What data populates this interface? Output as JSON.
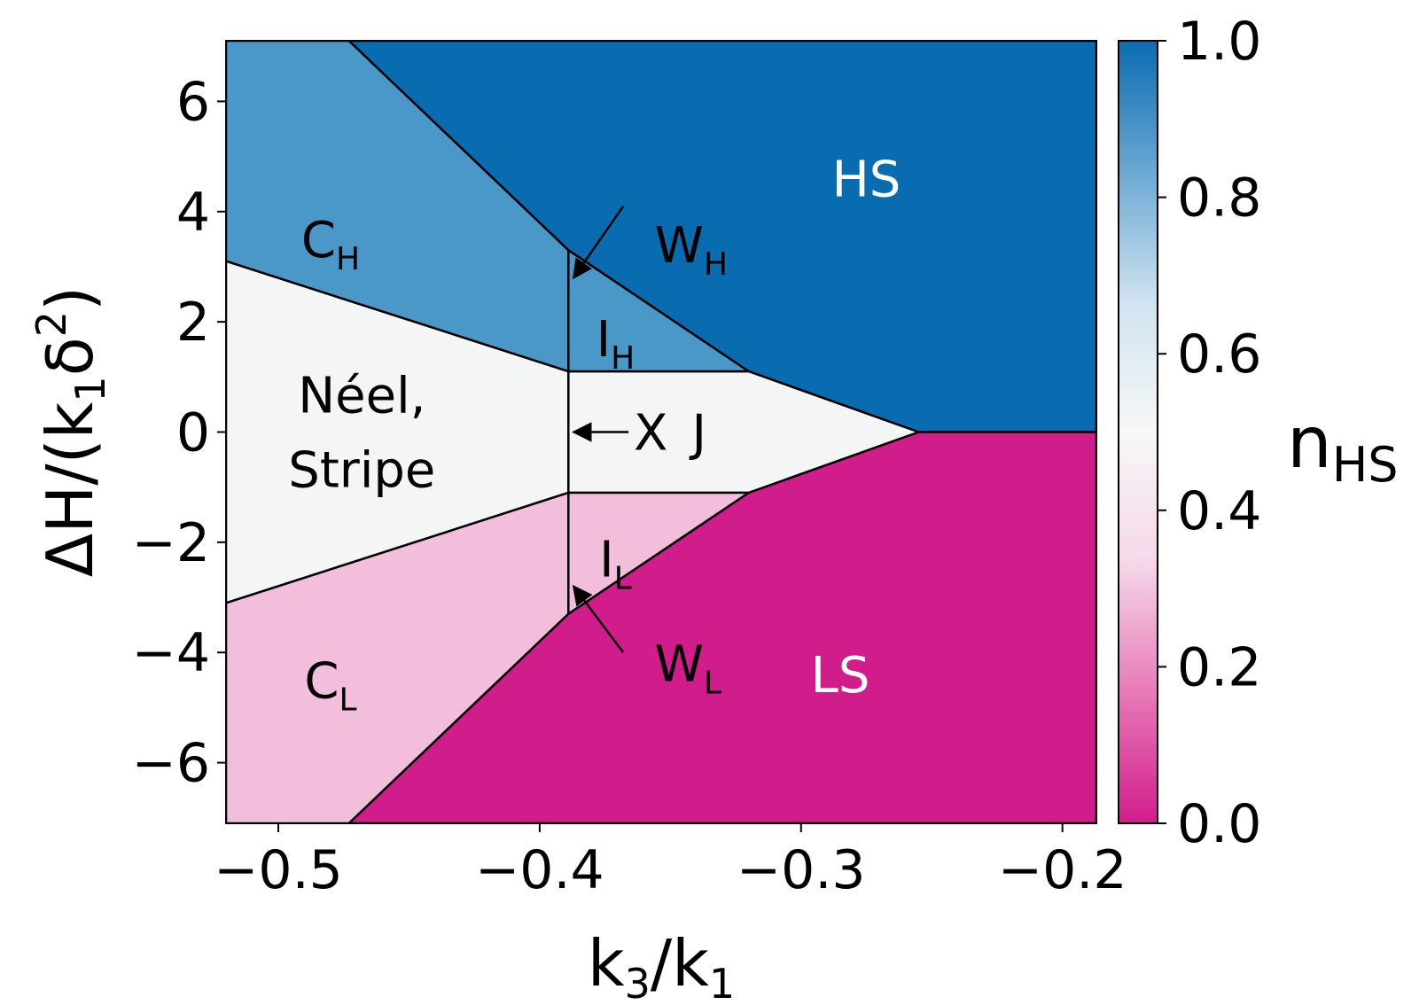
{
  "chart_data": {
    "type": "heatmap",
    "title": "",
    "xlabel": {
      "main": "k",
      "sub1": "3",
      "mid": "/k",
      "sub2": "1"
    },
    "ylabel": {
      "pre": "ΔH/(k",
      "sub": "1",
      "mid": "δ",
      "sup": "2",
      "post": ")"
    },
    "xlim": [
      -0.52,
      -0.187
    ],
    "ylim": [
      -7.1,
      7.1
    ],
    "xticks": [
      -0.5,
      -0.4,
      -0.3,
      -0.2
    ],
    "xtick_labels": [
      "−0.5",
      "−0.4",
      "−0.3",
      "−0.2"
    ],
    "yticks": [
      -6,
      -4,
      -2,
      0,
      2,
      4,
      6
    ],
    "ytick_labels": [
      "−6",
      "−4",
      "−2",
      "0",
      "2",
      "4",
      "6"
    ],
    "colorbar": {
      "label_main": "n",
      "label_sub": "HS",
      "range": [
        0,
        1
      ],
      "ticks": [
        0.0,
        0.2,
        0.4,
        0.6,
        0.8,
        1.0
      ],
      "tick_labels": [
        "0.0",
        "0.2",
        "0.4",
        "0.6",
        "0.8",
        "1.0"
      ],
      "colors": [
        "#d11c8c",
        "#e67ab7",
        "#f6d7e9",
        "#f7f7f7",
        "#cfe3f0",
        "#6aa8d2",
        "#0a6cb0"
      ]
    },
    "regions": [
      {
        "id": "HS",
        "n_hs": 1.0,
        "color": "#0a6cb0",
        "label": "HS",
        "label_sub": "",
        "label_color": "#ffffff",
        "label_at": [
          -0.275,
          4.6
        ],
        "polygon": [
          [
            -0.473,
            7.1
          ],
          [
            -0.187,
            7.1
          ],
          [
            -0.187,
            0
          ],
          [
            -0.255,
            0
          ],
          [
            -0.32,
            1.1
          ],
          [
            -0.389,
            3.3
          ]
        ]
      },
      {
        "id": "LS",
        "n_hs": 0.0,
        "color": "#d11c8c",
        "label": "LS",
        "label_sub": "",
        "label_color": "#ffffff",
        "label_at": [
          -0.285,
          -4.4
        ],
        "polygon": [
          [
            -0.473,
            -7.1
          ],
          [
            -0.187,
            -7.1
          ],
          [
            -0.187,
            0
          ],
          [
            -0.255,
            0
          ],
          [
            -0.32,
            -1.1
          ],
          [
            -0.389,
            -3.3
          ]
        ]
      },
      {
        "id": "CH",
        "n_hs": 0.75,
        "color": "#4a98c8",
        "label": "C",
        "label_sub": "H",
        "label_color": "#000000",
        "label_at": [
          -0.48,
          3.5
        ],
        "polygon": [
          [
            -0.52,
            7.1
          ],
          [
            -0.473,
            7.1
          ],
          [
            -0.389,
            3.3
          ],
          [
            -0.389,
            1.1
          ],
          [
            -0.52,
            3.1
          ]
        ]
      },
      {
        "id": "CL",
        "n_hs": 0.25,
        "color": "#f2bedb",
        "label": "C",
        "label_sub": "L",
        "label_color": "#000000",
        "label_at": [
          -0.48,
          -4.5
        ],
        "polygon": [
          [
            -0.52,
            -7.1
          ],
          [
            -0.473,
            -7.1
          ],
          [
            -0.389,
            -3.3
          ],
          [
            -0.389,
            -1.1
          ],
          [
            -0.52,
            -3.1
          ]
        ]
      },
      {
        "id": "Neel",
        "n_hs": 0.5,
        "color": "#f4f5f5",
        "label": "Néel,",
        "label2": "Stripe",
        "label_sub": "",
        "label_color": "#000000",
        "label_at": [
          -0.468,
          0
        ],
        "polygon": [
          [
            -0.52,
            3.1
          ],
          [
            -0.389,
            1.1
          ],
          [
            -0.389,
            -1.1
          ],
          [
            -0.52,
            -3.1
          ]
        ]
      },
      {
        "id": "IH",
        "n_hs": 0.75,
        "color": "#4a98c8",
        "label": "I",
        "label_sub": "H",
        "label_color": "#000000",
        "label_at": [
          -0.371,
          1.7
        ],
        "polygon": [
          [
            -0.389,
            3.3
          ],
          [
            -0.32,
            1.1
          ],
          [
            -0.389,
            1.1
          ]
        ]
      },
      {
        "id": "IL",
        "n_hs": 0.25,
        "color": "#f2bedb",
        "label": "I",
        "label_sub": "L",
        "label_color": "#000000",
        "label_at": [
          -0.371,
          -2.3
        ],
        "polygon": [
          [
            -0.389,
            -3.3
          ],
          [
            -0.32,
            -1.1
          ],
          [
            -0.389,
            -1.1
          ]
        ]
      },
      {
        "id": "J",
        "n_hs": 0.5,
        "color": "#f4f5f5",
        "label": "J",
        "label_sub": "",
        "label_color": "#000000",
        "label_at": [
          -0.339,
          0
        ],
        "polygon": [
          [
            -0.389,
            1.1
          ],
          [
            -0.32,
            1.1
          ],
          [
            -0.255,
            0
          ],
          [
            -0.32,
            -1.1
          ],
          [
            -0.389,
            -1.1
          ]
        ]
      }
    ],
    "annotations": [
      {
        "id": "WH",
        "text": "W",
        "sub": "H",
        "text_at": [
          -0.356,
          3.4
        ],
        "arrow_from": [
          -0.368,
          4.1
        ],
        "arrow_to": [
          -0.387,
          2.8
        ]
      },
      {
        "id": "WL",
        "text": "W",
        "sub": "L",
        "text_at": [
          -0.356,
          -4.2
        ],
        "arrow_from": [
          -0.368,
          -4.0
        ],
        "arrow_to": [
          -0.387,
          -2.8
        ]
      },
      {
        "id": "X",
        "text": "X",
        "sub": "",
        "text_at": [
          -0.364,
          0
        ],
        "arrow_from": [
          -0.366,
          0
        ],
        "arrow_to": [
          -0.387,
          0
        ]
      }
    ]
  }
}
